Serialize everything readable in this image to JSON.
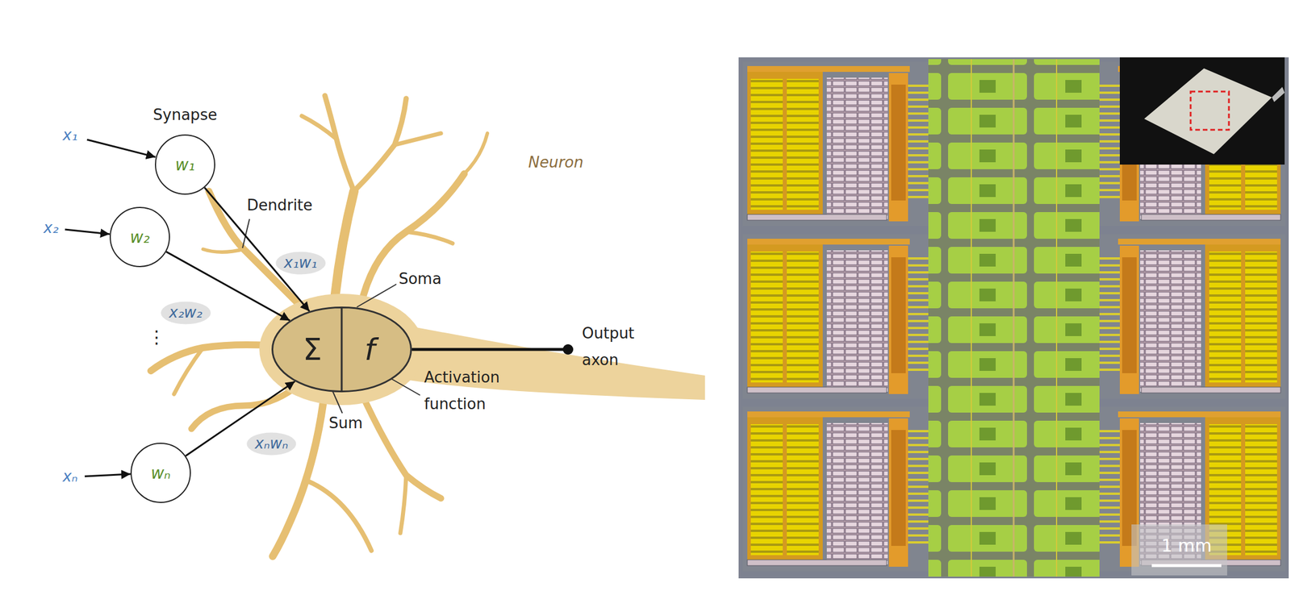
{
  "diagram": {
    "nodes": [
      {
        "text": [
          "w₁"
        ]
      },
      {
        "text": [
          "w₂"
        ]
      },
      {
        "text": [
          "Σ"
        ]
      },
      {
        "text": [
          "f"
        ]
      },
      {
        "text": [
          "wₙ"
        ]
      }
    ],
    "edges": [
      {
        "from": 0,
        "to": 2,
        "arrow": "to"
      },
      {
        "from": 1,
        "to": 2,
        "arrow": "to"
      },
      {
        "from": 4,
        "to": 2,
        "arrow": "to"
      }
    ],
    "labels": [
      "x₁",
      "Synapse",
      "Neuron",
      "x₂",
      "Dendrite",
      "x₁w₁",
      "Soma",
      "x₂w₂",
      "⋮",
      "Output axon",
      "Activation function",
      "Sum",
      "xₙ",
      "xₙwₙ",
      "1 mm"
    ]
  }
}
